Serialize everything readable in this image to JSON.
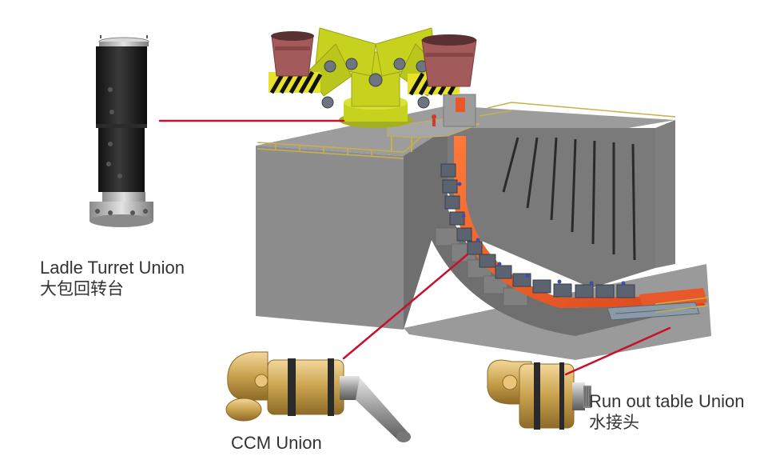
{
  "labels": {
    "ladle_turret": {
      "en": "Ladle Turret Union",
      "zh": "大包回转台"
    },
    "ccm": {
      "en": "CCM Union"
    },
    "run_out_table": {
      "en": "Run out table Union",
      "zh": "水接头"
    }
  },
  "colors": {
    "pointer_line": "#c8102e",
    "concrete": "#8e8e8e",
    "turret_yellow": "#c6d21e",
    "ladle_red": "#a35a5a",
    "hot_strand": "#e8582a",
    "brass": "#c9a24e",
    "union_black": "#2a2a2a"
  }
}
